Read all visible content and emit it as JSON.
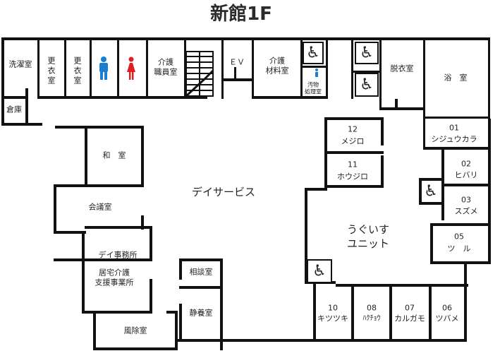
{
  "title": "新館1F",
  "rooms": {
    "laundry": "洗濯室",
    "changing1": [
      "更",
      "衣",
      "室"
    ],
    "changing2": [
      "更",
      "衣",
      "室"
    ],
    "care_staff": [
      "介護",
      "職員室"
    ],
    "ev": "ＥＶ",
    "care_material": [
      "介護",
      "材料室"
    ],
    "dirty_room": [
      "汚物",
      "処理室"
    ],
    "undress": "脱衣室",
    "bath": "浴　室",
    "storage": "倉庫",
    "japanese_room": "和　室",
    "meeting": "会議室",
    "day_office": "デイ事務所",
    "home_care": [
      "居宅介護",
      "支援事業所"
    ],
    "windbreak": "風除室",
    "consult": "相談室",
    "rest": "静養室",
    "day_service": "デイサービス",
    "unit": [
      "うぐいす",
      "ユニット"
    ],
    "r12": [
      "12",
      "メジロ"
    ],
    "r11": [
      "11",
      "ホウジロ"
    ],
    "r01": [
      "01",
      "シジュウカラ"
    ],
    "r02": [
      "02",
      "ヒバリ"
    ],
    "r03": [
      "03",
      "スズメ"
    ],
    "r05": [
      "05",
      "ツ　ル"
    ],
    "r10": [
      "10",
      "キツツキ"
    ],
    "r08": [
      "08",
      "ﾊｸﾁｮｳ"
    ],
    "r07": [
      "07",
      "カルガモ"
    ],
    "r06": [
      "06",
      "ツバメ"
    ]
  },
  "colors": {
    "male": "#1a7fd0",
    "female": "#e02020",
    "accessible": "#1f9d2a",
    "wall": "#111111"
  },
  "icons": [
    "male-toilet-icon",
    "female-toilet-icon",
    "wheelchair-icon",
    "stairs-icon"
  ]
}
